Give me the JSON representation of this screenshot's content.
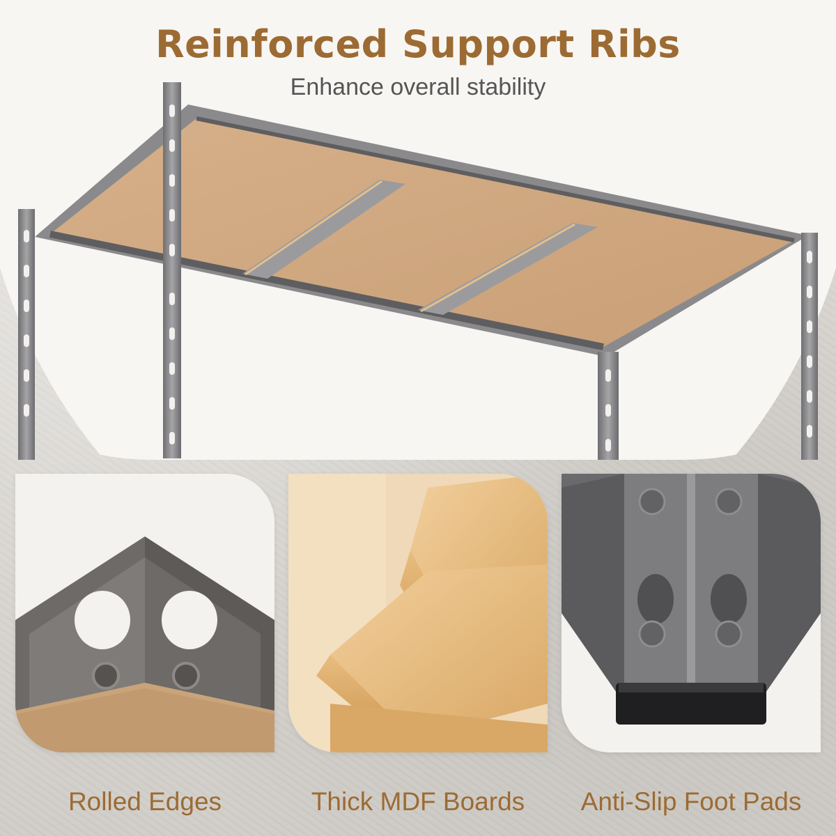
{
  "header": {
    "title": "Reinforced Support Ribs",
    "subtitle": "Enhance overall stability"
  },
  "features": [
    {
      "label": "Rolled Edges"
    },
    {
      "label": "Thick MDF Boards"
    },
    {
      "label": "Anti-Slip Foot Pads"
    }
  ],
  "colors": {
    "accent": "#9c6b33",
    "steel": "#7a7a7c",
    "board": "#d8b48c"
  }
}
